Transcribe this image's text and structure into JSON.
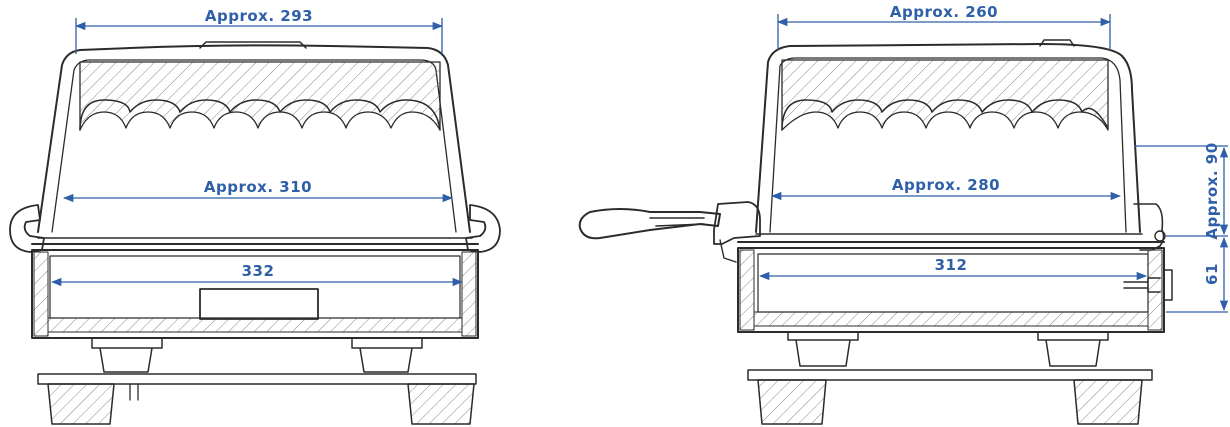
{
  "colors": {
    "outline": "#2b2b2b",
    "hatch": "#8a8a8a",
    "dimension": "#2e5fa8",
    "background": "#ffffff"
  },
  "front_view": {
    "dim_top_width": "Approx. 293",
    "dim_upper_width": "Approx. 310",
    "dim_lower_width": "332"
  },
  "side_view": {
    "dim_top_width": "Approx. 260",
    "dim_upper_width": "Approx. 280",
    "dim_lower_width": "312",
    "dim_upper_height": "Approx. 90",
    "dim_lower_height": "61"
  }
}
